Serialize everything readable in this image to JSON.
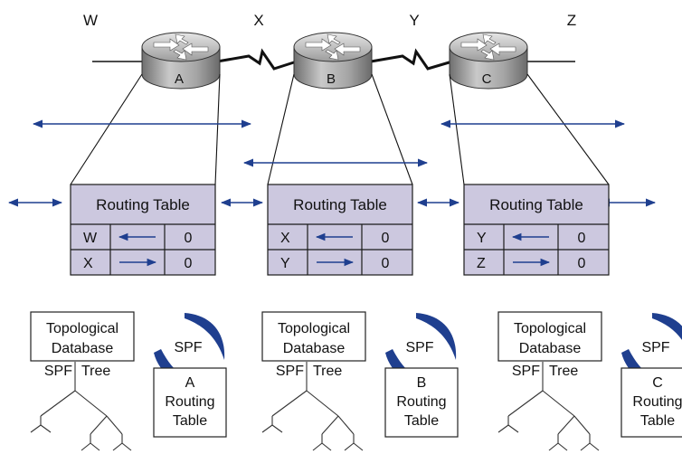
{
  "network_labels": [
    "W",
    "X",
    "Y",
    "Z"
  ],
  "routers": [
    {
      "name": "A",
      "routing_table": {
        "title": "Routing Table",
        "rows": [
          {
            "net": "W",
            "dir": "left",
            "cost": "0"
          },
          {
            "net": "X",
            "dir": "right",
            "cost": "0"
          }
        ]
      },
      "topo_db": [
        "Topological",
        "Database"
      ],
      "spf_label": "SPF",
      "tree_label": [
        "SPF",
        "Tree"
      ],
      "result_table": [
        "A",
        "Routing",
        "Table"
      ]
    },
    {
      "name": "B",
      "routing_table": {
        "title": "Routing Table",
        "rows": [
          {
            "net": "X",
            "dir": "left",
            "cost": "0"
          },
          {
            "net": "Y",
            "dir": "right",
            "cost": "0"
          }
        ]
      },
      "topo_db": [
        "Topological",
        "Database"
      ],
      "spf_label": "SPF",
      "tree_label": [
        "SPF",
        "Tree"
      ],
      "result_table": [
        "B",
        "Routing",
        "Table"
      ]
    },
    {
      "name": "C",
      "routing_table": {
        "title": "Routing Table",
        "rows": [
          {
            "net": "Y",
            "dir": "left",
            "cost": "0"
          },
          {
            "net": "Z",
            "dir": "right",
            "cost": "0"
          }
        ]
      },
      "topo_db": [
        "Topological",
        "Database"
      ],
      "spf_label": "SPF",
      "tree_label": [
        "SPF",
        "Tree"
      ],
      "result_table": [
        "C",
        "Routing",
        "Table"
      ]
    }
  ],
  "colors": {
    "table_fill": "#ccc8df",
    "table_border": "#1a1a1a",
    "arrow": "#1f3f8f",
    "spf_arc": "#1f3f8f",
    "router_body": "#9a9a9a",
    "router_top": "#d6d6d6"
  }
}
